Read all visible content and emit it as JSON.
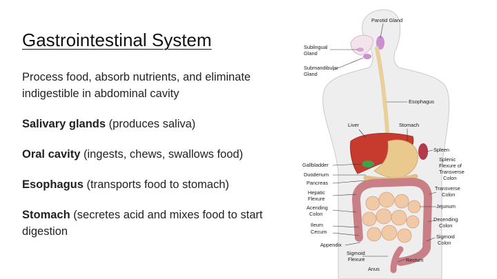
{
  "slide": {
    "title": "Gastrointestinal System",
    "intro": "Process food, absorb nutrients, and eliminate indigestible in abdominal cavity",
    "items": [
      {
        "term": "Salivary glands",
        "desc": " (produces saliva)"
      },
      {
        "term": "Oral cavity",
        "desc": " (ingests, chews, swallows food)"
      },
      {
        "term": "Esophagus",
        "desc": " (transports food to stomach)"
      },
      {
        "term": "Stomach",
        "desc": " (secretes acid and mixes food to start digestion"
      }
    ]
  },
  "figure": {
    "labels": {
      "parotid": "Parotid Gland",
      "sublingual_1": "Sublingual",
      "sublingual_2": "Gland",
      "submandibular_1": "Submandibular",
      "submandibular_2": "Gland",
      "esophagus": "Esophagus",
      "liver": "Liver",
      "stomach": "Stomach",
      "spleen": "Spleen",
      "splenic_1": "Splenic",
      "splenic_2": "Flexure of",
      "splenic_3": "Transverse",
      "splenic_4": "Colon",
      "gallbladder": "Gallbladder",
      "duodenum": "Duodenum",
      "pancreas": "Pancreas",
      "hepatic_1": "Hepatic",
      "hepatic_2": "Flexure",
      "transverse_1": "Transverse",
      "transverse_2": "Colon",
      "ascending_1": "Acending",
      "ascending_2": "Colon",
      "jejunum": "Jejunum",
      "ileum": "Ileum",
      "cecum": "Cecum",
      "descending_1": "Decending",
      "descending_2": "Colon",
      "sigmoid_colon_1": "Sigmoid",
      "sigmoid_colon_2": "Colon",
      "appendix": "Appendix",
      "sigmoid_flexure_1": "Sigmoid",
      "sigmoid_flexure_2": "Flexure",
      "rectum": "Rectum",
      "anus": "Anus"
    }
  }
}
